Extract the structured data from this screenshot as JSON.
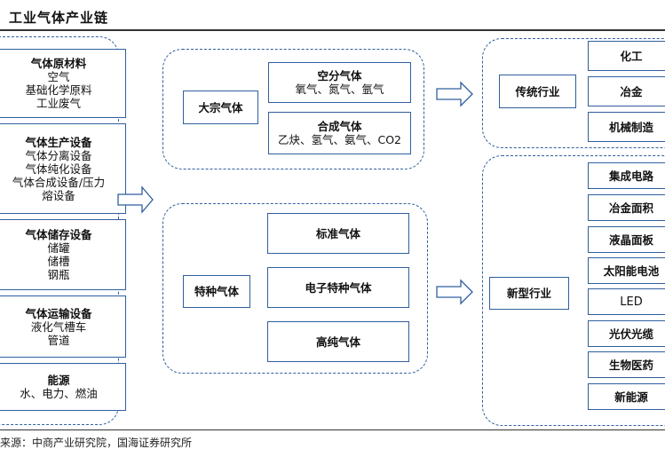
{
  "title": "工业气体产业链",
  "source": "来源：中商产业研究院，国海证券研究所",
  "upstream": [
    {
      "heading": "气体原材料",
      "lines": [
        "空气",
        "基础化学原料",
        "工业废气"
      ]
    },
    {
      "heading": "气体生产设备",
      "lines": [
        "气体分离设备",
        "气体纯化设备",
        "气体合成设备/压力",
        "熔设备"
      ]
    },
    {
      "heading": "气体储存设备",
      "lines": [
        "储罐",
        "储槽",
        "钢瓶"
      ]
    },
    {
      "heading": "气体运输设备",
      "lines": [
        "液化气槽车",
        "管道"
      ]
    },
    {
      "heading": "能源",
      "lines": [
        "水、电力、燃油"
      ]
    }
  ],
  "bulk_gas": {
    "label": "大宗气体",
    "items": [
      {
        "heading": "空分气体",
        "detail": "氧气、氮气、氩气"
      },
      {
        "heading": "合成气体",
        "detail": "乙炔、氢气、氨气、CO2"
      }
    ]
  },
  "special_gas": {
    "label": "特种气体",
    "items": [
      "标准气体",
      "电子特种气体",
      "高纯气体"
    ]
  },
  "traditional": {
    "label": "传统行业",
    "items": [
      "化工",
      "冶金",
      "机械制造"
    ]
  },
  "emerging": {
    "label": "新型行业",
    "items": [
      "集成电路",
      "冶金面积",
      "液晶面板",
      "太阳能电池",
      "LED",
      "光伏光缆",
      "生物医药",
      "新能源"
    ]
  }
}
